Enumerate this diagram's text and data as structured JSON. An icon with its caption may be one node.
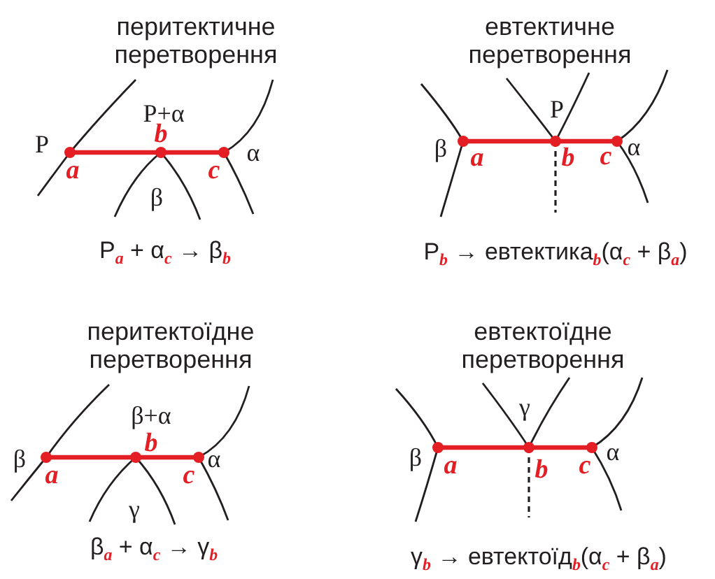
{
  "diagram": {
    "labels": [
      "перитектичне перетворення",
      "P+α",
      "P",
      "b",
      "α",
      "a",
      "c",
      "β",
      "P$_{a}$ + α$_{c}$ → β$_{b}$",
      "евтектичне перетворення",
      "P",
      "β",
      "a",
      "b",
      "c",
      "α",
      "P$_{b}$ → евтектика$_{b}$(α$_{c}$ + β$_{a}$)",
      "перитектоїдне перетворення",
      "β+α",
      "b",
      "β",
      "α",
      "a",
      "c",
      "γ",
      "β$_{a}$ + α$_{c}$ → γ$_{b}$",
      "евтектоїдне перетворення",
      "γ",
      "β",
      "a",
      "b",
      "c",
      "α",
      "γ$_{b}$ → евтектоїд$_{b}$(α$_{c}$ + β$_{a}$)"
    ]
  }
}
